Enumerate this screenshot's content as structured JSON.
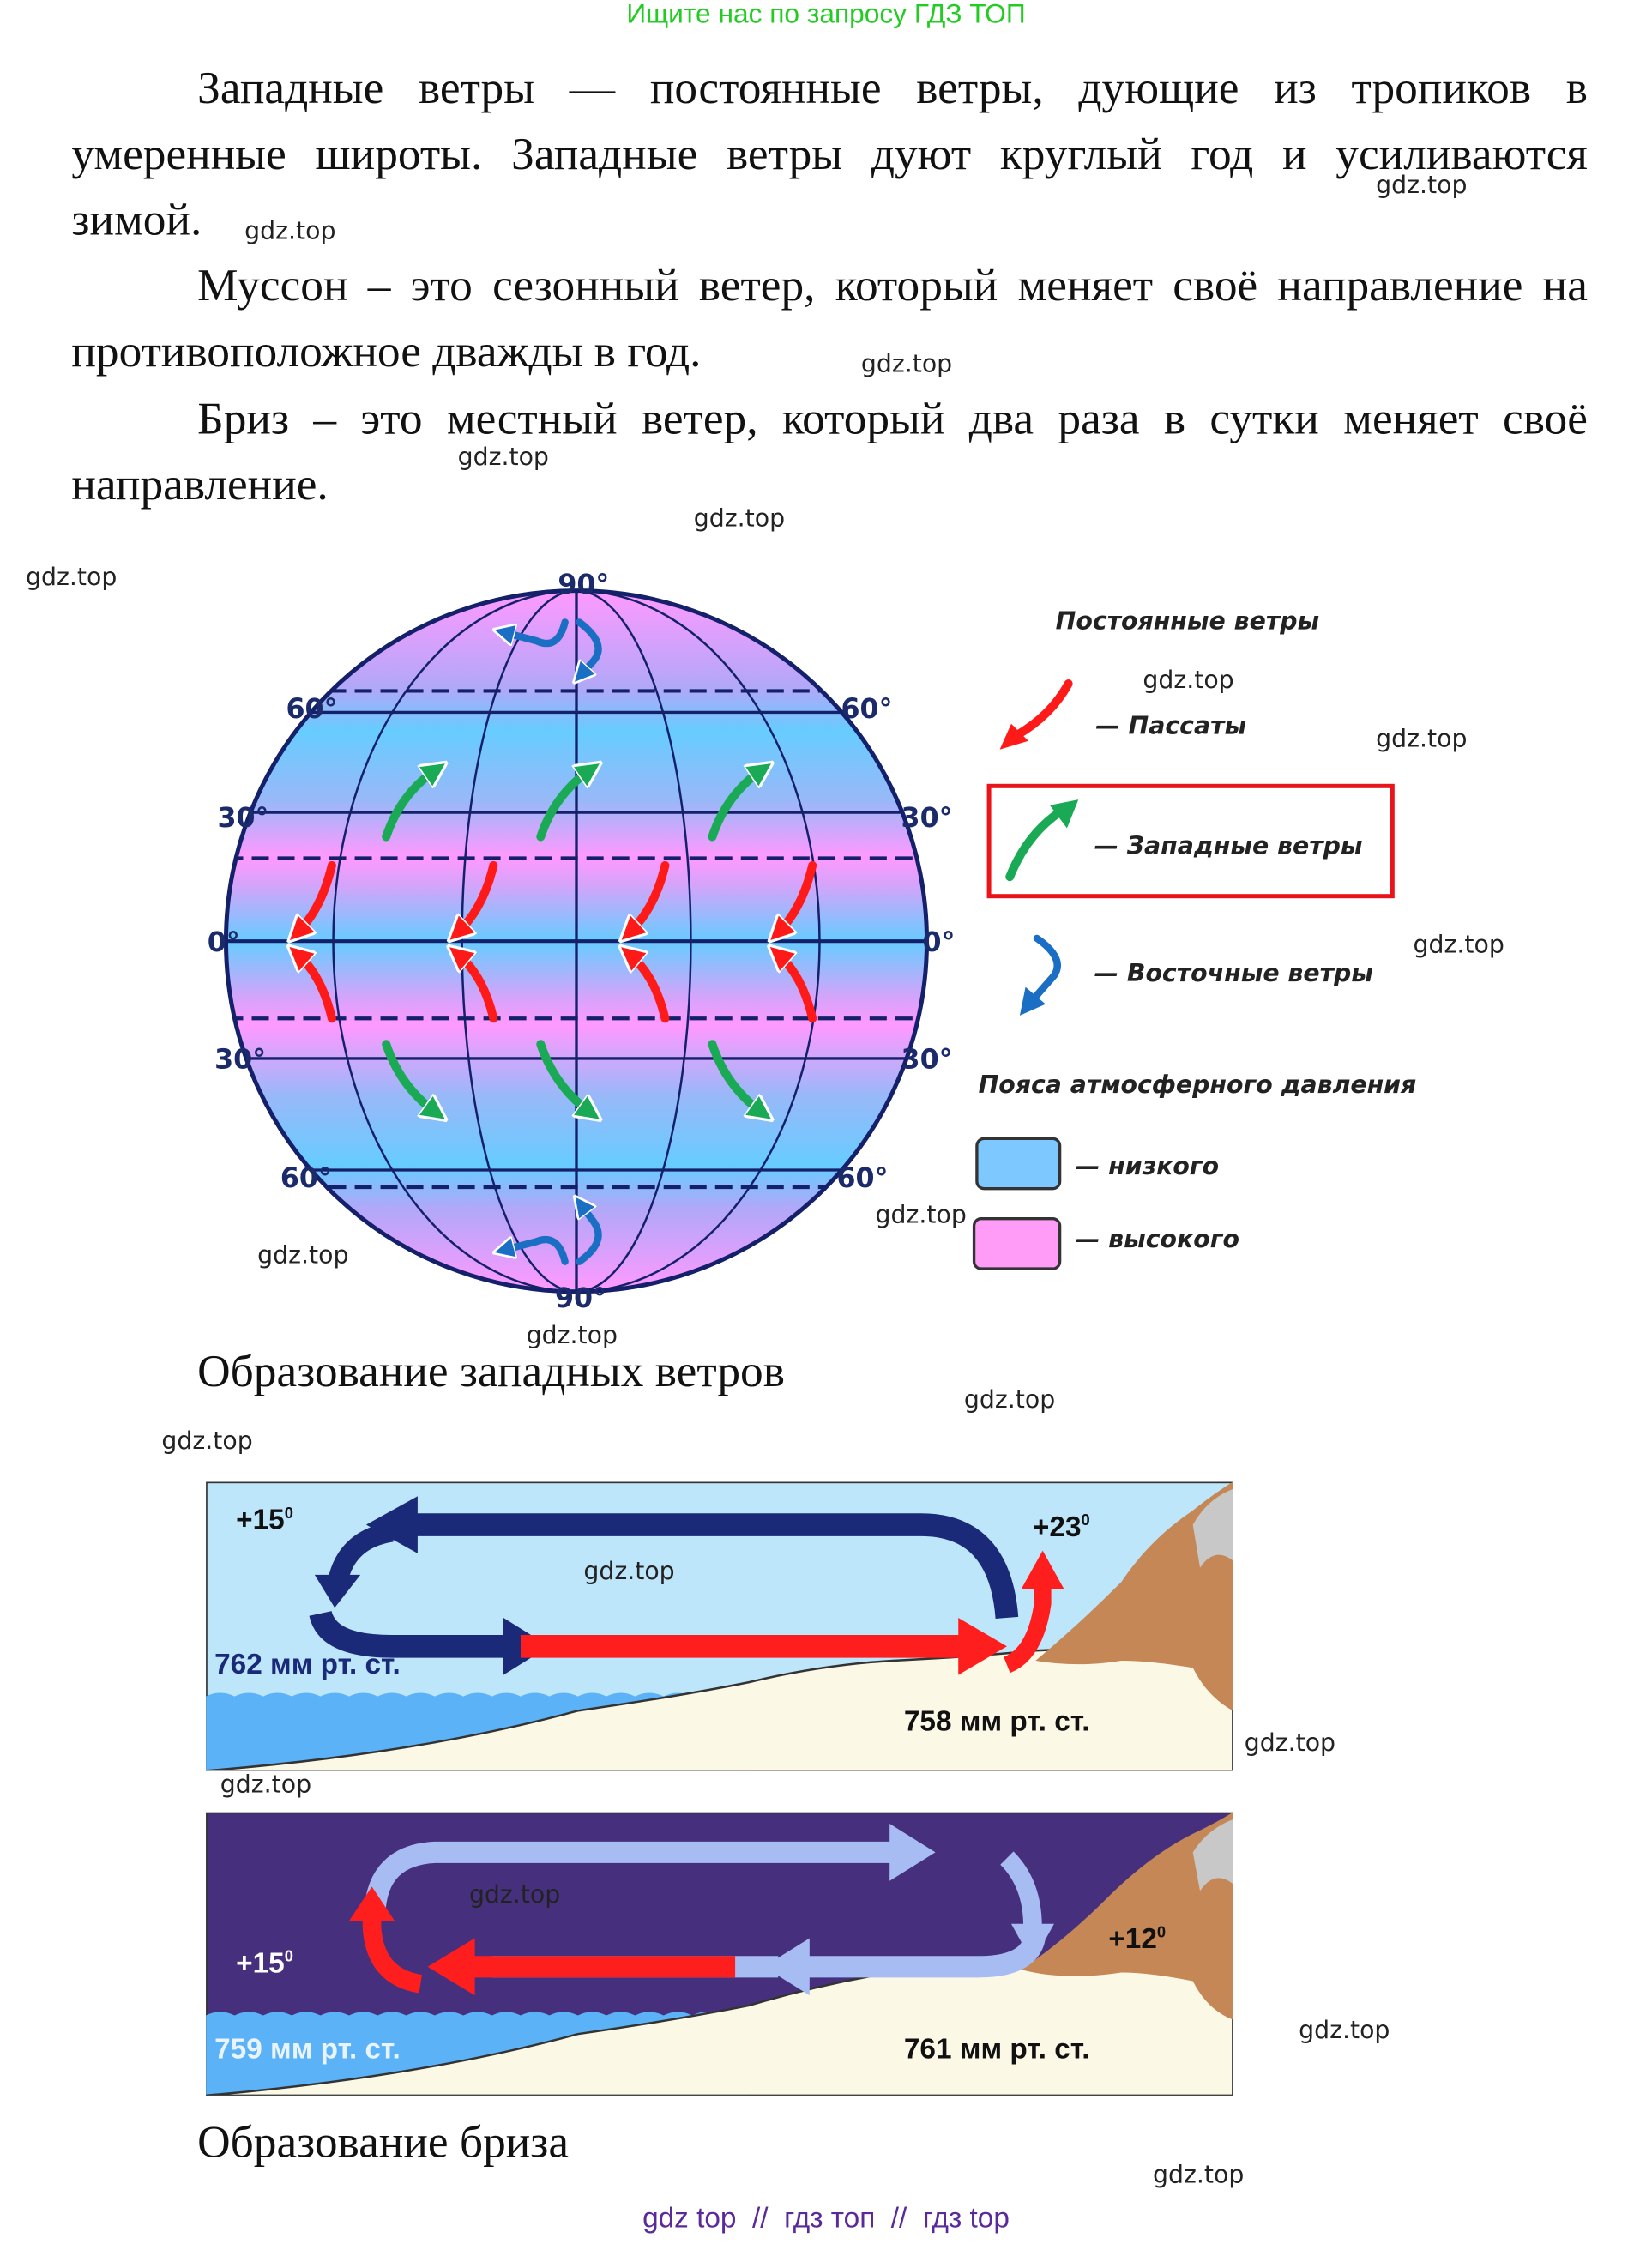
{
  "banner": "Ищите нас по запросу ГДЗ ТОП",
  "paragraphs": [
    "Западные ветры — постоянные ветры, дующие из тропиков в умеренные широты. Западные ветры дуют круглый год и усиливаются зимой.",
    "Муссон – это сезонный ветер, который меняет своё направление на противоположное дважды в год.",
    "Бриз – это местный ветер, который два раза в сутки меняет своё направление."
  ],
  "watermark": "gdz.top",
  "globe": {
    "latitude_labels": {
      "top": "90°",
      "bottom": "90°",
      "n60": "60°",
      "n30": "30°",
      "eq": "0°",
      "s30": "30°",
      "s60": "60°"
    },
    "colors": {
      "low_pressure": "#66ccff",
      "high_pressure": "#ff99ff",
      "trade_winds": "#ff1a1a",
      "westerlies": "#1aaa55",
      "easterlies": "#1a6fc4",
      "grid": "#14206a",
      "highlight_box": "#e8141a"
    }
  },
  "legend": {
    "title_winds": "Постоянные ветры",
    "trade_winds": "— Пассаты",
    "westerlies": "— Западные ветры",
    "easterlies": "— Восточные ветры",
    "title_pressure": "Пояса атмосферного давления",
    "low": "— низкого",
    "high": "— высокого"
  },
  "caption_globe": "Образование западных ветров",
  "breeze_day": {
    "temp_sea": "+15",
    "temp_land": "+23",
    "pressure_sea": "762 мм рт. ст.",
    "pressure_land": "758 мм рт. ст."
  },
  "breeze_night": {
    "temp_sea": "+15",
    "temp_land": "+12",
    "pressure_sea": "759 мм рт. ст.",
    "pressure_land": "761 мм рт. ст."
  },
  "degree_symbol": "0",
  "caption_breeze": "Образование бриза",
  "footer": "gdz top  //  гдз топ  //  гдз top"
}
